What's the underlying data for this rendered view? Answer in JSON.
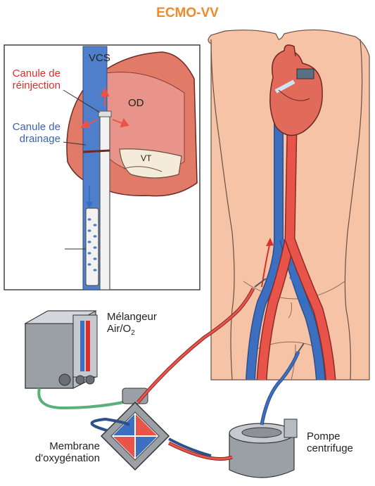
{
  "title": "ECMO-VV",
  "inset": {
    "vcs": "VCS",
    "od": "OD",
    "vt": "VT",
    "reinjection_line1": "Canule de",
    "reinjection_line2": "réinjection",
    "drainage_line1": "Canule de",
    "drainage_line2": "drainage"
  },
  "devices": {
    "melangeur_line1": "Mélangeur",
    "melangeur_line2": "Air/O",
    "melangeur_sub": "2",
    "membrane_line1": "Membrane",
    "membrane_line2": "d'oxygénation",
    "pompe_line1": "Pompe",
    "pompe_line2": "centrifuge"
  },
  "colors": {
    "title": "#f08a2b",
    "oxygenated": "#e8544a",
    "venous": "#3d6fc0",
    "skin": "#f6c3a6",
    "heart": "#e26a5a",
    "device": "#9aa0a6",
    "gas_line": "#5ab07a"
  }
}
